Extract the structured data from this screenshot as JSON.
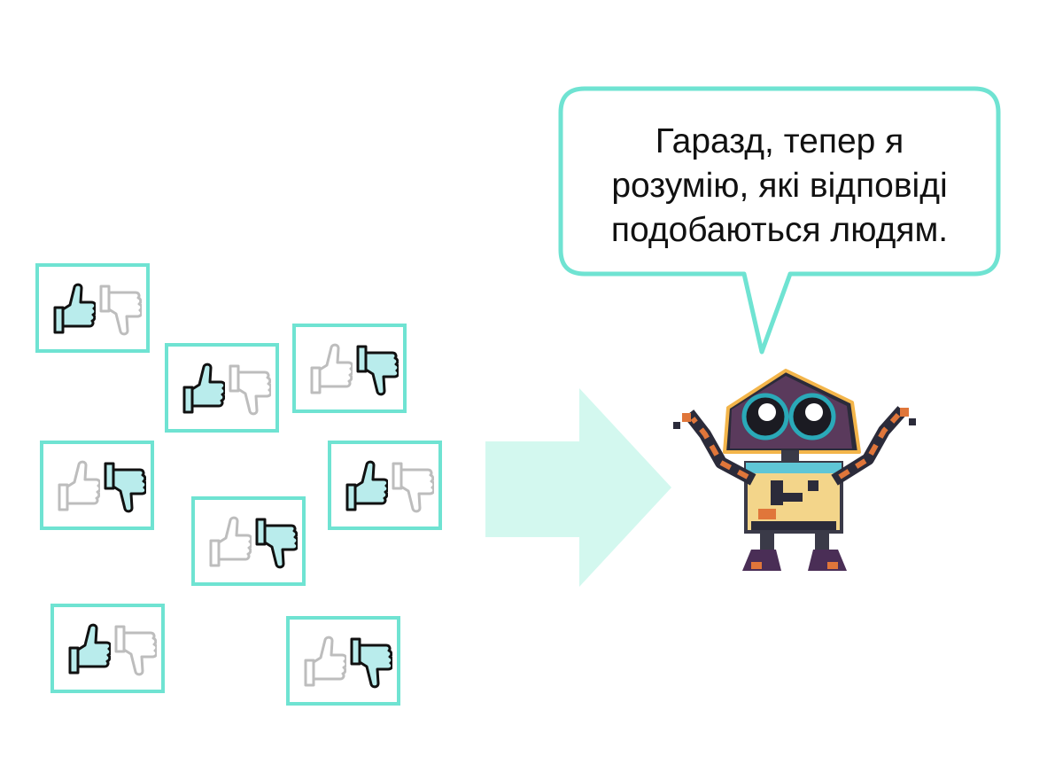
{
  "bubble": {
    "lines": [
      "Гаразд, тепер я",
      "розумію, які відповіді",
      "подобаються людям."
    ]
  },
  "cards": [
    {
      "vote": "up"
    },
    {
      "vote": "up"
    },
    {
      "vote": "down"
    },
    {
      "vote": "down"
    },
    {
      "vote": "up"
    },
    {
      "vote": "down"
    },
    {
      "vote": "up"
    },
    {
      "vote": "down"
    }
  ],
  "colors": {
    "accent": "#6fe3d2",
    "arrow": "#d3f8ef",
    "thumb_fill_active": "#b9ecec",
    "thumb_stroke_active": "#111111",
    "thumb_stroke_inactive": "#bdbdbd"
  },
  "icons": [
    "thumbs-up-icon",
    "thumbs-down-icon",
    "robot-icon",
    "arrow-right-icon"
  ]
}
